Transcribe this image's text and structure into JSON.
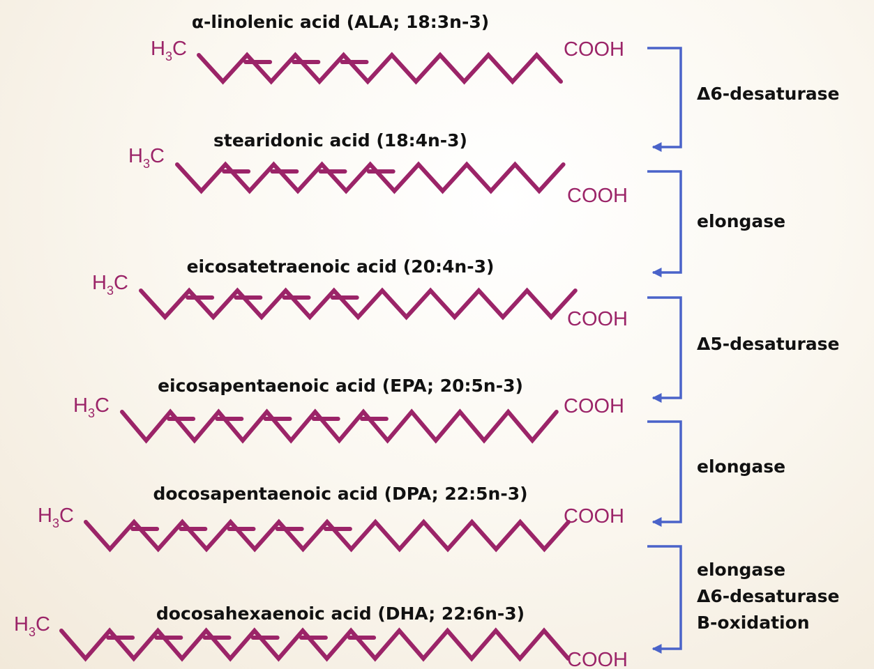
{
  "colors": {
    "chain": "#9b2468",
    "arrow": "#4a63c9",
    "text": "#111111"
  },
  "acids": [
    {
      "name": "α-linolenic acid (ALA; 18:3n-3)",
      "methyl_symbol": "H",
      "methyl_subscript": "3",
      "methyl_atom": "C",
      "acid_group": "COOH",
      "double_bonds": 3
    },
    {
      "name": "stearidonic acid (18:4n-3)",
      "methyl_symbol": "H",
      "methyl_subscript": "3",
      "methyl_atom": "C",
      "acid_group": "COOH",
      "double_bonds": 4
    },
    {
      "name": "eicosatetraenoic acid (20:4n-3)",
      "methyl_symbol": "H",
      "methyl_subscript": "3",
      "methyl_atom": "C",
      "acid_group": "COOH",
      "double_bonds": 4
    },
    {
      "name": "eicosapentaenoic acid (EPA; 20:5n-3)",
      "methyl_symbol": "H",
      "methyl_subscript": "3",
      "methyl_atom": "C",
      "acid_group": "COOH",
      "double_bonds": 5
    },
    {
      "name": "docosapentaenoic acid (DPA; 22:5n-3)",
      "methyl_symbol": "H",
      "methyl_subscript": "3",
      "methyl_atom": "C",
      "acid_group": "COOH",
      "double_bonds": 5
    },
    {
      "name": "docosahexaenoic acid (DHA; 22:6n-3)",
      "methyl_symbol": "H",
      "methyl_subscript": "3",
      "methyl_atom": "C",
      "acid_group": "COOH",
      "double_bonds": 6
    }
  ],
  "steps": [
    {
      "lines": [
        "Δ6-desaturase"
      ]
    },
    {
      "lines": [
        "elongase"
      ]
    },
    {
      "lines": [
        "Δ5-desaturase"
      ]
    },
    {
      "lines": [
        "elongase"
      ]
    },
    {
      "lines": [
        "elongase",
        "Δ6-desaturase",
        "B-oxidation"
      ]
    }
  ]
}
